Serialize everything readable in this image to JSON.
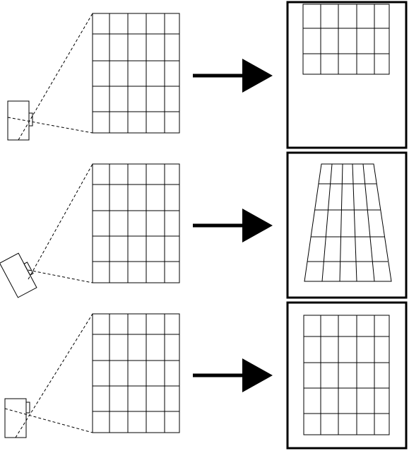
{
  "diagram": {
    "description_free": true,
    "rows": [
      {
        "id": "top",
        "camera_tilt": "none",
        "result": "shifted-up"
      },
      {
        "id": "middle",
        "camera_tilt": "rotated",
        "result": "keystone"
      },
      {
        "id": "bottom",
        "camera_tilt": "none",
        "result": "centered"
      }
    ],
    "grid": {
      "columns": 5,
      "rows": 5
    },
    "colors": {
      "ink": "#000000",
      "paper": "#ffffff"
    }
  }
}
